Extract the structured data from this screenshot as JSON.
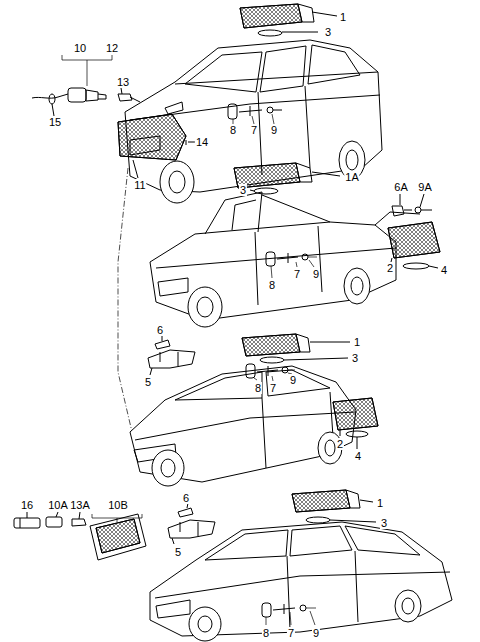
{
  "diagram": {
    "labels": [
      "1",
      "3",
      "10",
      "12",
      "13",
      "15",
      "11",
      "14",
      "8",
      "7",
      "9",
      "1A",
      "3",
      "6A",
      "9A",
      "2",
      "4",
      "8",
      "7",
      "9",
      "6",
      "1",
      "5",
      "3",
      "2",
      "4",
      "8",
      "7",
      "9",
      "16",
      "10A",
      "13A",
      "10B",
      "6",
      "1",
      "5",
      "3",
      "8",
      "7",
      "9"
    ]
  }
}
